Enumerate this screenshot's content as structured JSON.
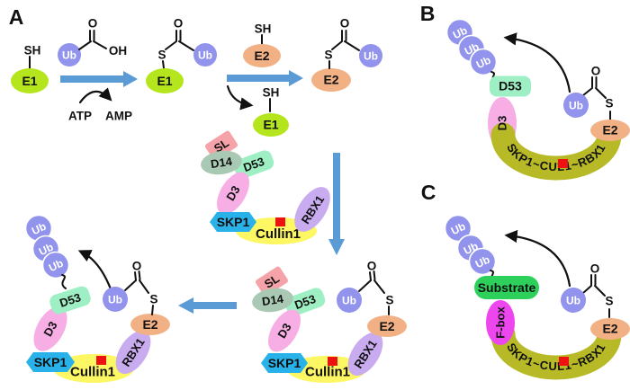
{
  "figure": {
    "panels": {
      "a": "A",
      "b": "B",
      "c": "C"
    },
    "labels": {
      "e1": "E1",
      "e2": "E2",
      "ub": "Ub",
      "sh": "SH",
      "s": "S",
      "o": "O",
      "oh": "OH",
      "atp": "ATP",
      "amp": "AMP",
      "sl": "SL",
      "d14": "D14",
      "d53": "D53",
      "d3": "D3",
      "skp1": "SKP1",
      "cullin1": "Cullin1",
      "rbx1": "RBX1",
      "scf": "SKP1~CUL1~RBX1",
      "substrate": "Substrate",
      "fbox": "F-box"
    },
    "colors": {
      "e1": "#b5e61d",
      "e2": "#f2b185",
      "ub": "#9193ec",
      "sl": "#f5a3a8",
      "d14": "#aac9b4",
      "d53": "#9ef0c4",
      "d3": "#f7aee4",
      "skp1": "#29b2ea",
      "cullin1": "#fdf763",
      "rbx1": "#c9abef",
      "substrate": "#2ed05c",
      "fbox": "#ee46ee",
      "scf_arc": "#b7ba26",
      "red_mark": "#ee1111",
      "arrow": "#5a9bd5"
    }
  }
}
